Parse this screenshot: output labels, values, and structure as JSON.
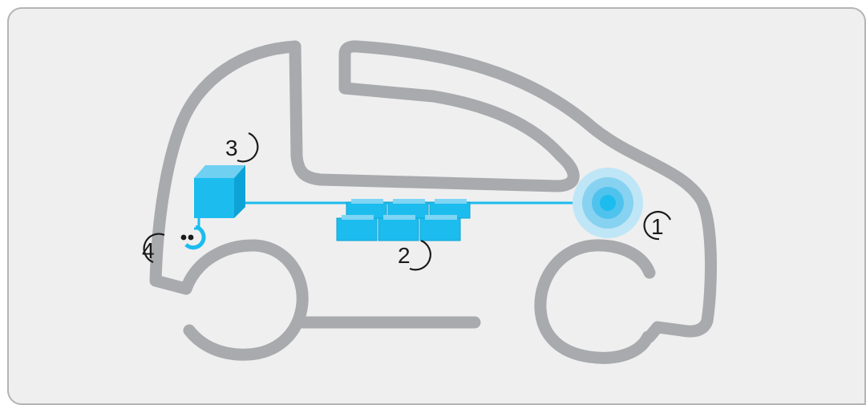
{
  "colors": {
    "panel_background": "#efefef",
    "panel_border": "#b4b4b4",
    "car_outline": "#a8aaad",
    "component_blue": "#1cbcee",
    "component_blue_dark": "#0ea3d6",
    "label_ink": "#1a1a1a"
  },
  "components": [
    {
      "marker": "1",
      "icon": "electric-motor-icon"
    },
    {
      "marker": "2",
      "icon": "battery-pack-icon"
    },
    {
      "marker": "3",
      "icon": "power-electronics-box-icon"
    },
    {
      "marker": "4",
      "icon": "charging-port-icon"
    }
  ]
}
